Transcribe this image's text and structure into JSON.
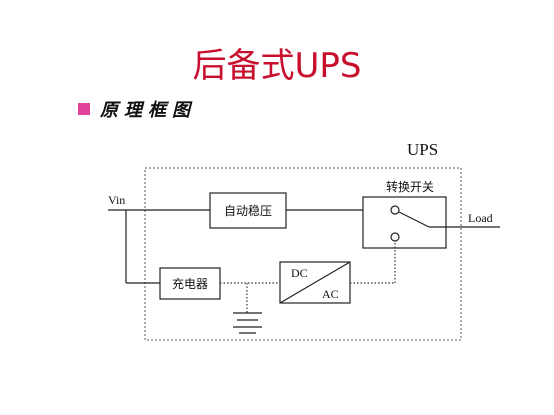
{
  "title": "后备式UPS",
  "bullet": {
    "text": "原理框图",
    "marker_color": "#e0439b"
  },
  "diagram": {
    "ups_label": "UPS",
    "input_label": "Vin",
    "output_label": "Load",
    "blocks": {
      "regulator": "自动稳压",
      "switch": "转换开关",
      "charger": "充电器",
      "inverter_top": "DC",
      "inverter_bottom": "AC"
    }
  },
  "colors": {
    "title": "#c8102e",
    "lines": "#333333"
  }
}
